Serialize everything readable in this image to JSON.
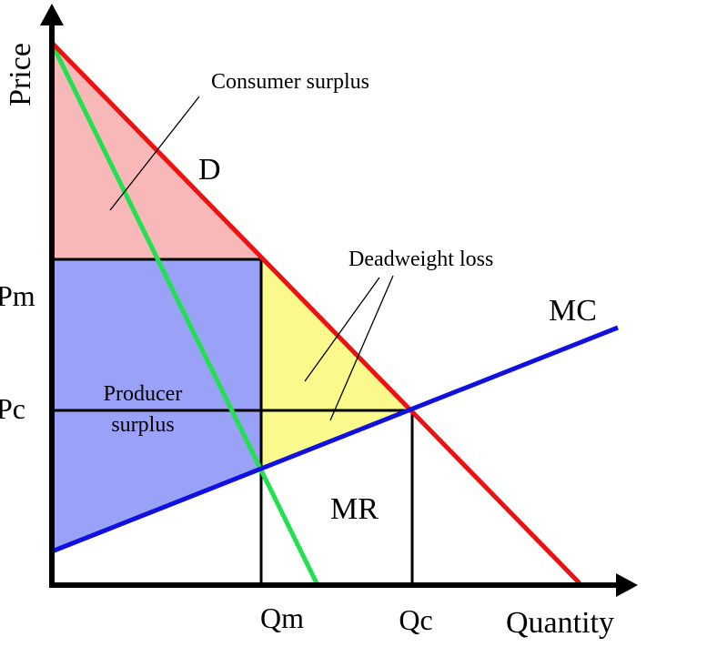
{
  "axes": {
    "y_label": "Price",
    "x_label": "Quantity"
  },
  "price_levels": {
    "pm": "Pm",
    "pc": "Pc"
  },
  "quantity_levels": {
    "qm": "Qm",
    "qc": "Qc"
  },
  "curves": {
    "demand": {
      "label": "D",
      "color": "#ee1111"
    },
    "marginal_revenue": {
      "label": "MR",
      "color": "#22e050"
    },
    "marginal_cost": {
      "label": "MC",
      "color": "#1010e0"
    }
  },
  "regions": {
    "consumer_surplus": {
      "label": "Consumer surplus",
      "color": "#f8b8b8"
    },
    "producer_surplus": {
      "label_line1": "Producer",
      "label_line2": "surplus",
      "color": "#99a2f6"
    },
    "deadweight_loss": {
      "label": "Deadweight loss",
      "color": "#fafa8c"
    }
  }
}
